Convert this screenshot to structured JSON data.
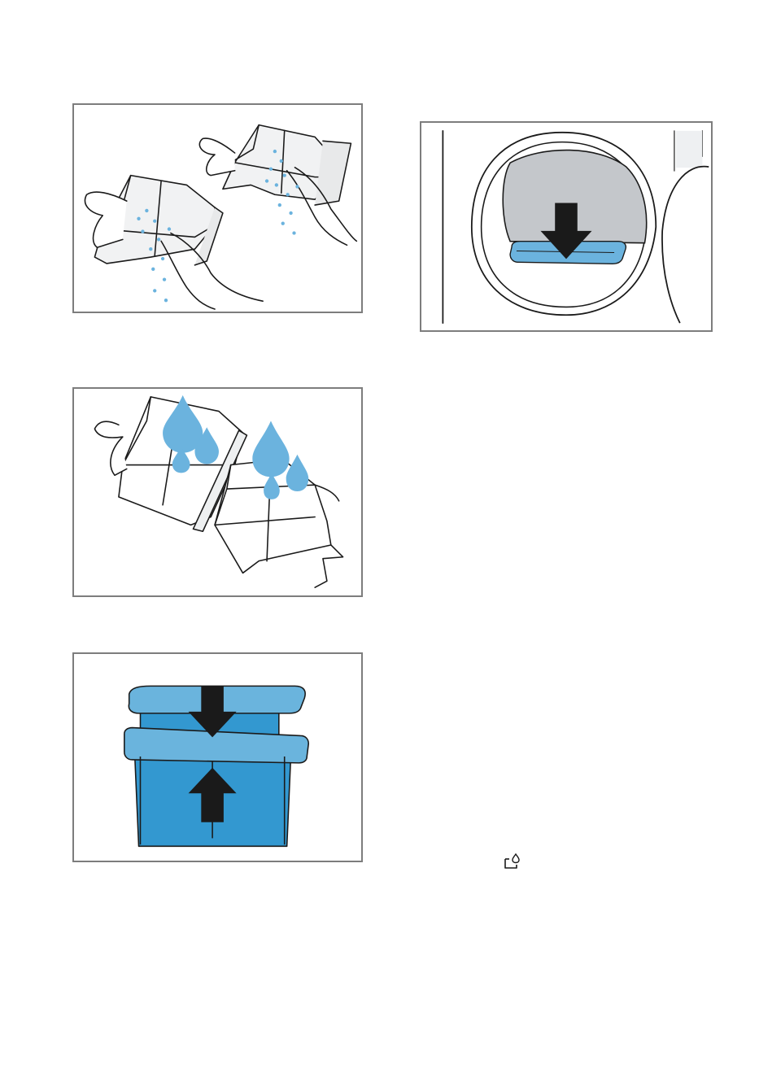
{
  "page": {
    "background": "#ffffff",
    "panel_border_color": "#7d7d7d"
  },
  "illustrations": [
    {
      "name": "rinse-filter-under-tap",
      "icon": "filter-rinse-icon"
    },
    {
      "name": "shake-dry-filter",
      "icon": "water-drops-icon"
    },
    {
      "name": "reassemble-fluff-filter",
      "icon": "filter-insert-icon"
    },
    {
      "name": "insert-filter-into-door",
      "icon": "door-filter-icon"
    }
  ],
  "colors": {
    "water_blue": "#6bb3de",
    "filter_blue": "#3398d0",
    "filter_blue_light": "#6ab4dd",
    "door_grey": "#c4c7cb",
    "outline": "#1a1a1a"
  },
  "symbol": {
    "icon": "condenser-drain-icon"
  }
}
